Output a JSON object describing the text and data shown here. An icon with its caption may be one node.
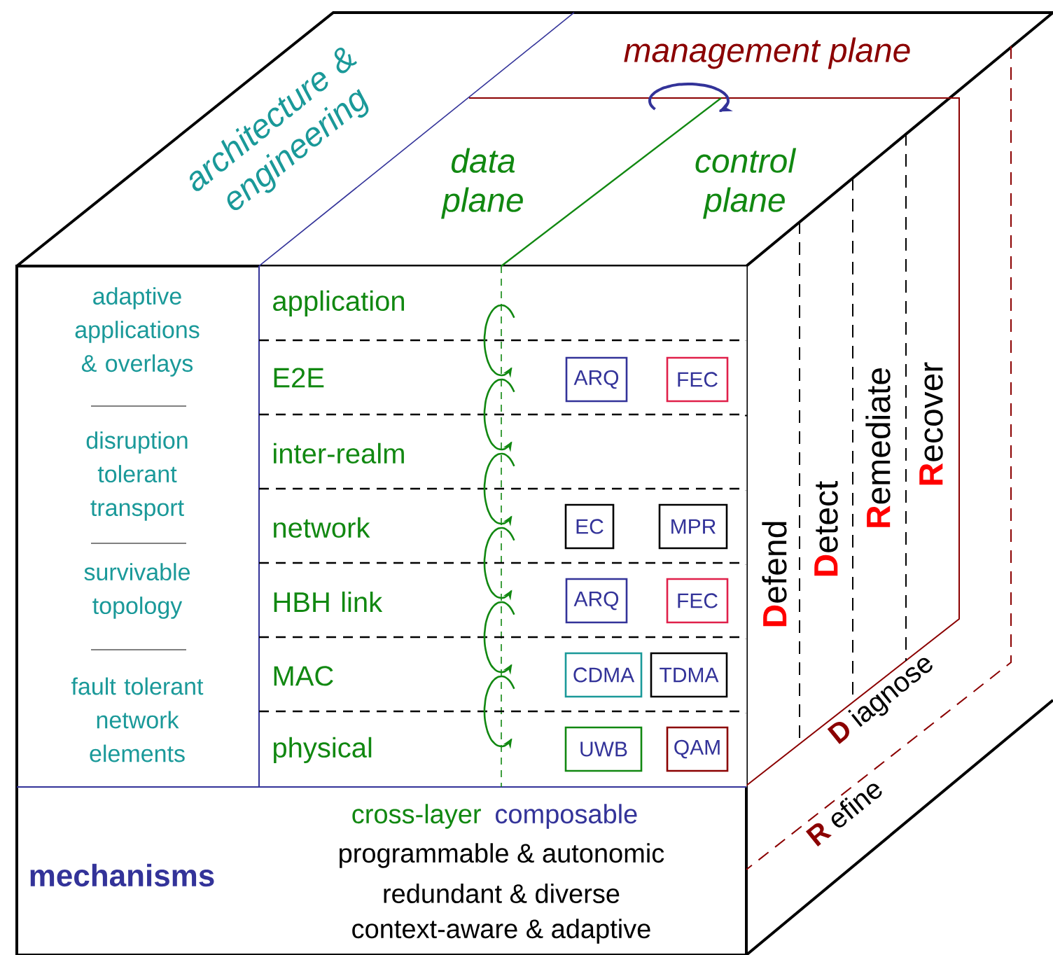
{
  "diagram": {
    "nodes": [
      {
        "text": [
          "adaptive applications & overlays",
          "disruption tolerant transport",
          "survivable topology",
          "fault tolerant network elements"
        ]
      },
      {
        "text": [
          "application"
        ]
      },
      {
        "text": [
          "E2E"
        ]
      },
      {
        "text": [
          "ARQ"
        ],
        "in": 2
      },
      {
        "text": [
          "FEC"
        ],
        "in": 2
      },
      {
        "text": [
          "inter-realm"
        ]
      },
      {
        "text": [
          "network"
        ]
      },
      {
        "text": [
          "EC"
        ],
        "in": 6
      },
      {
        "text": [
          "MPR"
        ],
        "in": 6
      },
      {
        "text": [
          "HBH link"
        ]
      },
      {
        "text": [
          "ARQ"
        ],
        "in": 9
      },
      {
        "text": [
          "FEC"
        ],
        "in": 9
      },
      {
        "text": [
          "MAC"
        ]
      },
      {
        "text": [
          "CDMA"
        ],
        "in": 12
      },
      {
        "text": [
          "TDMA"
        ],
        "in": 12
      },
      {
        "text": [
          "physical"
        ]
      },
      {
        "text": [
          "UWB"
        ],
        "in": 15
      },
      {
        "text": [
          "QAM"
        ],
        "in": 15
      }
    ],
    "labels": [
      "architecture & engineering",
      "data plane",
      "control plane",
      "management plane",
      "**D**efend",
      "**D**etect",
      "**R**emediate",
      "**R**ecover",
      "**D**iagnose",
      "**R**efine",
      "mechanisms",
      "cross-layer",
      "composable",
      "programmable & autonomic",
      "redundant & diverse",
      "context-aware & adaptive"
    ]
  }
}
